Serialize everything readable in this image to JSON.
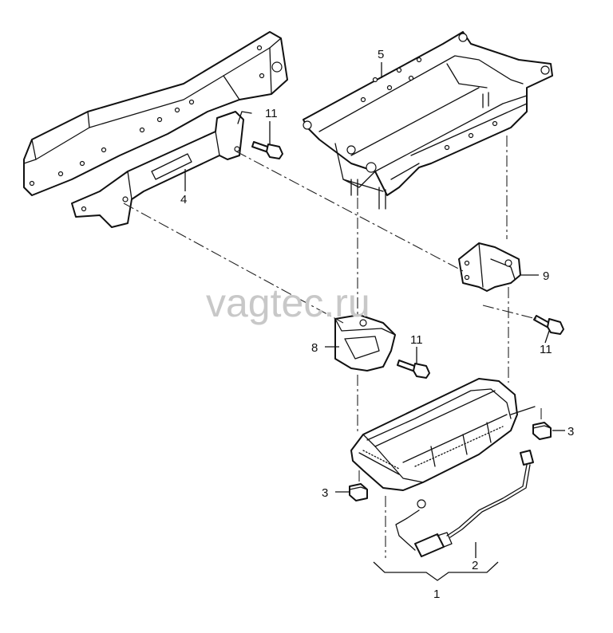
{
  "watermark": "vagtec.ru",
  "callouts": {
    "c1": "1",
    "c2": "2",
    "c3a": "3",
    "c3b": "3",
    "c4": "4",
    "c5": "5",
    "c8": "8",
    "c9": "9",
    "c11a": "11",
    "c11b": "11",
    "c11c": "11"
  }
}
